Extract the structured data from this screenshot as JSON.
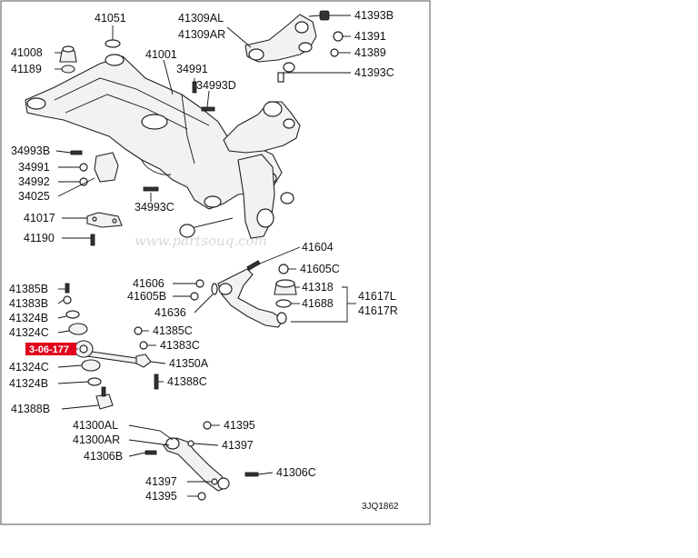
{
  "diagram": {
    "ref_code": "3JQ1862",
    "watermark": "www.partsouq.com",
    "badge": "3-06-177",
    "labels": {
      "p41051": "41051",
      "p41008": "41008",
      "p41189": "41189",
      "p41001": "41001",
      "p34991_top": "34991",
      "p34993D": "34993D",
      "p41309AL": "41309AL",
      "p41309AR": "41309AR",
      "p41393B": "41393B",
      "p41391": "41391",
      "p41389": "41389",
      "p41393C": "41393C",
      "p34993B": "34993B",
      "p34991_left": "34991",
      "p34992": "34992",
      "p34025": "34025",
      "p34993C": "34993C",
      "p41017": "41017",
      "p41190": "41190",
      "p41604": "41604",
      "p41605C": "41605C",
      "p41606": "41606",
      "p41605B": "41605B",
      "p41636": "41636",
      "p41318": "41318",
      "p41688": "41688",
      "p41617L": "41617L",
      "p41617R": "41617R",
      "p41385B": "41385B",
      "p41383B": "41383B",
      "p41324B_top": "41324B",
      "p41324C_top": "41324C",
      "p41385C": "41385C",
      "p41383C": "41383C",
      "p41350A": "41350A",
      "p41324C_bot": "41324C",
      "p41388C": "41388C",
      "p41324B_bot": "41324B",
      "p41388B": "41388B",
      "p41300AL": "41300AL",
      "p41300AR": "41300AR",
      "p41306B": "41306B",
      "p41395_top": "41395",
      "p41397_top": "41397",
      "p41397_bot": "41397",
      "p41395_bot": "41395",
      "p41306C": "41306C"
    }
  }
}
